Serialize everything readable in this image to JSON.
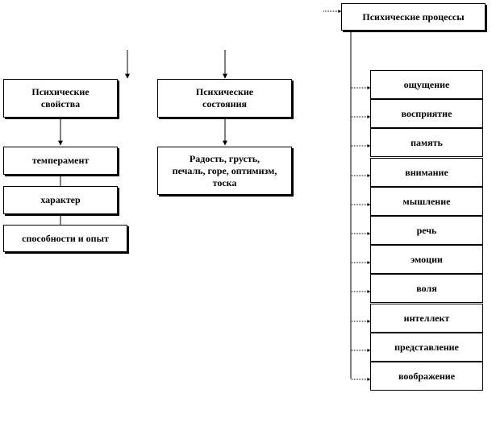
{
  "diagram": {
    "properties": {
      "title": "Психические свойства",
      "items": [
        "темперамент",
        "характер",
        "способности и опыт"
      ]
    },
    "states": {
      "title": "Психические состояния",
      "examples": "Радость, грусть, печаль, горе, оптимизм, тоска"
    },
    "processes": {
      "title": "Психические процессы",
      "items": [
        "ощущение",
        "восприятие",
        "память",
        "внимание",
        "мышление",
        "речь",
        "эмоции",
        "воля",
        "интеллект",
        "представление",
        "воображение"
      ]
    }
  }
}
